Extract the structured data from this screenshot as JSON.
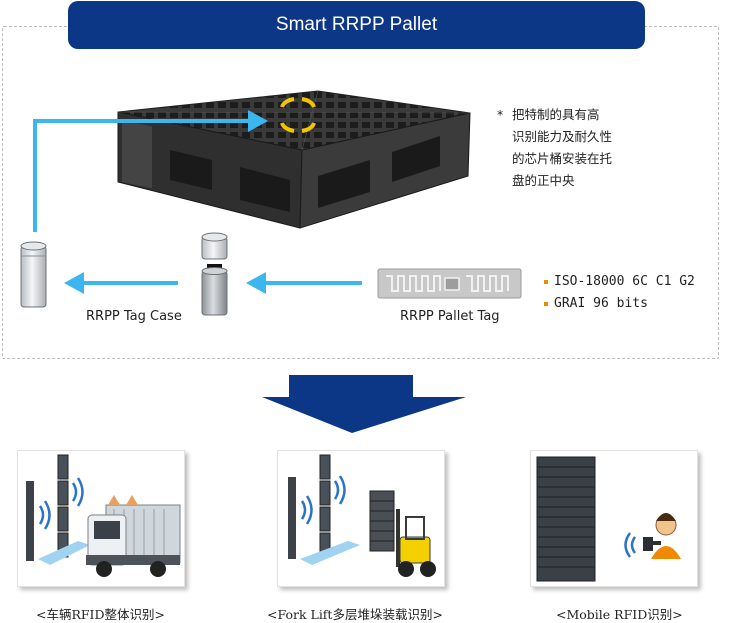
{
  "banner": {
    "title": "Smart RRPP Pallet"
  },
  "note": {
    "marker": "*",
    "lines": [
      "把特制的具有高",
      "识别能力及耐久性",
      "的芯片桶安装在托",
      "盘的正中央"
    ]
  },
  "labels": {
    "tag_case": "RRPP Tag Case",
    "pallet_tag": "RRPP Pallet Tag"
  },
  "specs": [
    "ISO-18000 6C C1 G2",
    "GRAI 96 bits"
  ],
  "captions": [
    "<车辆RFID整体识别>",
    "<Fork Lift多层堆垛装载识别>",
    "<Mobile RFID识别>"
  ],
  "colors": {
    "banner": "#0c3787",
    "arrow_light": "#3cb6ee",
    "big_arrow": "#0c3787",
    "highlight": "#f5c400",
    "spec_bullet": "#f08a00"
  }
}
